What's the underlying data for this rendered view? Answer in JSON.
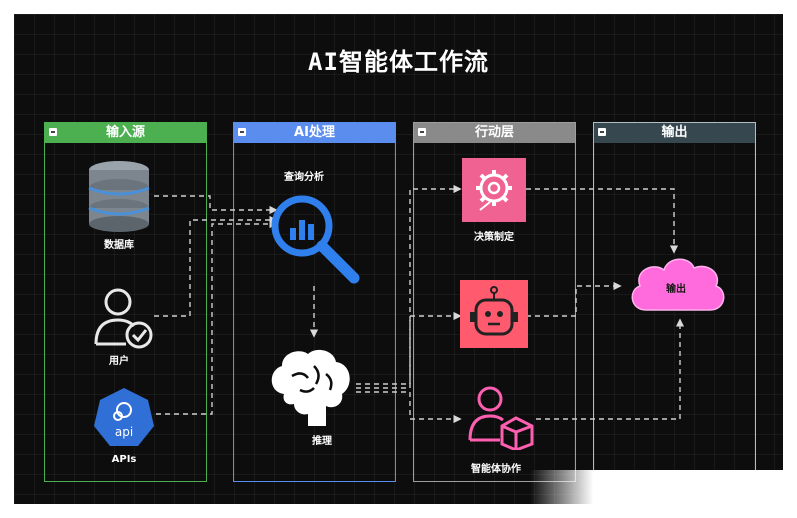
{
  "title": "AI智能体工作流",
  "colors": {
    "background": "#0d0d0d",
    "input_panel": "#4caf50",
    "ai_panel": "#5b8def",
    "action_panel": "#9e9e9e",
    "output_panel": "#b0bec5",
    "connector": "#cfcfcf",
    "action_box": "#f06292",
    "output_cloud": "#ff6bdc"
  },
  "panels": [
    {
      "label": "输入源",
      "nodes": [
        {
          "label": "数据库",
          "icon": "database-icon"
        },
        {
          "label": "用户",
          "icon": "user-check-icon"
        },
        {
          "label": "APIs",
          "icon": "api-icon",
          "badge": "api"
        }
      ]
    },
    {
      "label": "AI处理",
      "nodes": [
        {
          "label": "查询分析",
          "icon": "magnifier-chart-icon"
        },
        {
          "label": "推理",
          "icon": "brain-icon"
        }
      ]
    },
    {
      "label": "行动层",
      "nodes": [
        {
          "label": "决策制定",
          "icon": "gear-icon"
        },
        {
          "label": "",
          "icon": "robot-icon"
        },
        {
          "label": "智能体协作",
          "icon": "user-cube-icon"
        }
      ]
    },
    {
      "label": "输出",
      "nodes": [
        {
          "label": "输出",
          "icon": "cloud-icon"
        }
      ]
    }
  ]
}
